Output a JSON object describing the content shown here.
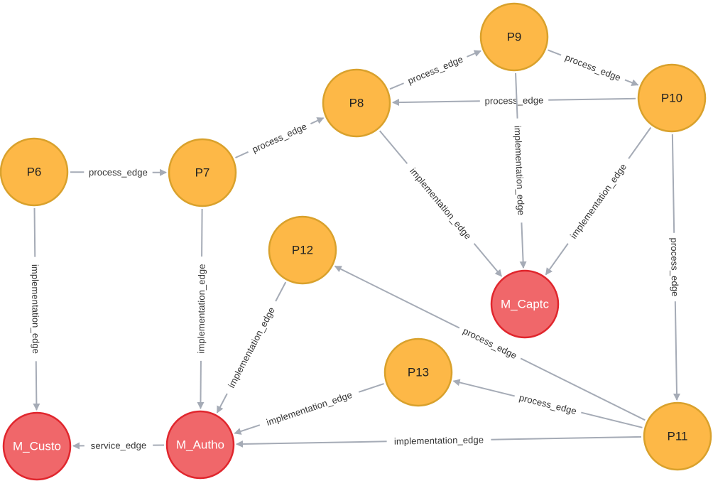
{
  "colors": {
    "process_fill": "#fdb847",
    "process_stroke": "#d9a12c",
    "process_text": "#222222",
    "module_fill": "#f0676a",
    "module_stroke": "#e0262d",
    "module_text": "#ffffff",
    "edge": "#a5abb6",
    "edge_label": "#333333"
  },
  "nodes": [
    {
      "id": "P6",
      "label": "P6",
      "kind": "process"
    },
    {
      "id": "P7",
      "label": "P7",
      "kind": "process"
    },
    {
      "id": "P8",
      "label": "P8",
      "kind": "process"
    },
    {
      "id": "P9",
      "label": "P9",
      "kind": "process"
    },
    {
      "id": "P10",
      "label": "P10",
      "kind": "process"
    },
    {
      "id": "P11",
      "label": "P11",
      "kind": "process"
    },
    {
      "id": "P12",
      "label": "P12",
      "kind": "process"
    },
    {
      "id": "P13",
      "label": "P13",
      "kind": "process"
    },
    {
      "id": "M_Captc",
      "label": "M_Captc",
      "kind": "module"
    },
    {
      "id": "M_Custo",
      "label": "M_Custo",
      "kind": "module"
    },
    {
      "id": "M_Autho",
      "label": "M_Autho",
      "kind": "module"
    }
  ],
  "edges": [
    {
      "from": "P6",
      "to": "P7",
      "label": "process_edge"
    },
    {
      "from": "P7",
      "to": "P8",
      "label": "process_edge"
    },
    {
      "from": "P8",
      "to": "P9",
      "label": "process_edge"
    },
    {
      "from": "P9",
      "to": "P10",
      "label": "process_edge"
    },
    {
      "from": "P10",
      "to": "P8",
      "label": "process_edge"
    },
    {
      "from": "P10",
      "to": "P11",
      "label": "process_edge"
    },
    {
      "from": "P11",
      "to": "P12",
      "label": "process_edge"
    },
    {
      "from": "P11",
      "to": "P13",
      "label": "process_edge"
    },
    {
      "from": "P6",
      "to": "M_Custo",
      "label": "implementation_edge"
    },
    {
      "from": "P7",
      "to": "M_Autho",
      "label": "implementation_edge"
    },
    {
      "from": "P8",
      "to": "M_Captc",
      "label": "implementation_edge"
    },
    {
      "from": "P9",
      "to": "M_Captc",
      "label": "implementation_edge"
    },
    {
      "from": "P10",
      "to": "M_Captc",
      "label": "implementation_edge"
    },
    {
      "from": "P12",
      "to": "M_Autho",
      "label": "implementation_edge"
    },
    {
      "from": "P13",
      "to": "M_Autho",
      "label": "implementation_edge"
    },
    {
      "from": "P11",
      "to": "M_Autho",
      "label": "implementation_edge"
    },
    {
      "from": "M_Autho",
      "to": "M_Custo",
      "label": "service_edge"
    }
  ]
}
